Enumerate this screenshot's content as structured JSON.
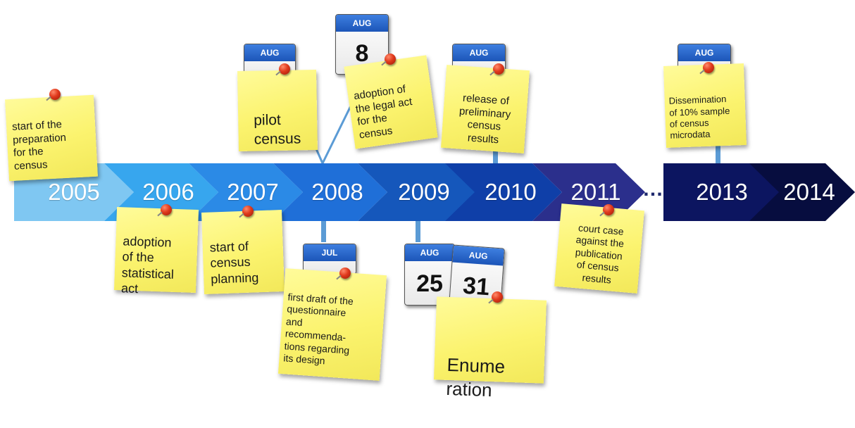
{
  "timeline": {
    "years": [
      "2005",
      "2006",
      "2007",
      "2008",
      "2009",
      "2010",
      "2011",
      "2013",
      "2014"
    ],
    "ellipsis": "…",
    "colors": [
      "#7fc7f2",
      "#37a6ee",
      "#2b8ae6",
      "#1f6fd8",
      "#1557bb",
      "#0f3fa8",
      "#2b2f8c",
      "#0c1560",
      "#070d3f"
    ]
  },
  "calendars": {
    "aug_2008_pilot": {
      "month": "AUG",
      "day": ""
    },
    "aug_2008_legal": {
      "month": "AUG",
      "day": "8"
    },
    "aug_2010": {
      "month": "AUG",
      "day": ""
    },
    "aug_2013": {
      "month": "AUG",
      "day": ""
    },
    "jul_2008": {
      "month": "JUL",
      "day": ""
    },
    "aug_25": {
      "month": "AUG",
      "day": "25"
    },
    "aug_31": {
      "month": "AUG",
      "day": "31"
    }
  },
  "notes": {
    "start_prep": "start of the\npreparation\nfor the\ncensus",
    "pilot": "pilot\ncensus",
    "legal_act": "adoption of\nthe legal act\nfor the\ncensus",
    "preliminary": "release of\npreliminary\ncensus\nresults",
    "dissemination": "Dissemination\nof 10% sample\nof census\nmicrodata",
    "statistical_act": "adoption\nof the\nstatistical\nact",
    "planning": "start of\ncensus\nplanning",
    "first_draft": "first draft of the\nquestionnaire\nand\nrecommenda-\ntions regarding\nits design",
    "enumeration": "Enume\nration",
    "court_case": "court case\nagainst the\npublication\nof census\nresults"
  }
}
